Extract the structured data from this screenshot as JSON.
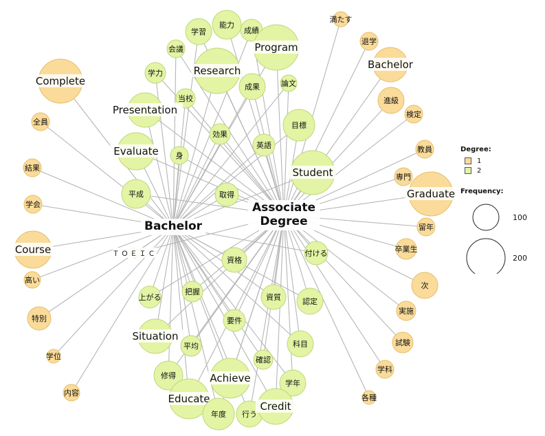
{
  "colors": {
    "degree1_fill": "#FADB99",
    "degree1_stroke": "#E5BE6A",
    "degree2_fill": "#E3F4A4",
    "degree2_stroke": "#BFD67A",
    "edge": "#B5B5B5"
  },
  "legend": {
    "degree_title": "Degree:",
    "degree_items": [
      {
        "label": "1",
        "degree": 1
      },
      {
        "label": "2",
        "degree": 2
      }
    ],
    "frequency_title": "Frequency:",
    "frequency_items": [
      {
        "label": "100",
        "frequency": 100
      },
      {
        "label": "200",
        "frequency": 200
      }
    ]
  },
  "hubs": [
    {
      "id": "B",
      "label": "Bachelor"
    },
    {
      "id": "A",
      "label": "Associate\nDegree"
    }
  ],
  "nodes": [
    {
      "label": "能力",
      "degree": 2,
      "hubs": [
        "A"
      ]
    },
    {
      "label": "学習",
      "degree": 2,
      "hubs": [
        "A",
        "B"
      ]
    },
    {
      "label": "成績",
      "degree": 2,
      "hubs": [
        "A",
        "B"
      ]
    },
    {
      "label": "Program",
      "degree": 2,
      "hubs": [
        "A",
        "B"
      ]
    },
    {
      "label": "会議",
      "degree": 2,
      "hubs": [
        "A",
        "B"
      ]
    },
    {
      "label": "Research",
      "degree": 2,
      "hubs": [
        "A",
        "B"
      ]
    },
    {
      "label": "学力",
      "degree": 2,
      "hubs": [
        "A",
        "B"
      ]
    },
    {
      "label": "成果",
      "degree": 2,
      "hubs": [
        "A",
        "B"
      ]
    },
    {
      "label": "論文",
      "degree": 2,
      "hubs": [
        "A",
        "B"
      ]
    },
    {
      "label": "当校",
      "degree": 2,
      "hubs": [
        "A",
        "B"
      ]
    },
    {
      "label": "Presentation",
      "degree": 2,
      "hubs": [
        "A",
        "B"
      ]
    },
    {
      "label": "目標",
      "degree": 2,
      "hubs": [
        "A",
        "B"
      ]
    },
    {
      "label": "効果",
      "degree": 2,
      "hubs": [
        "A",
        "B"
      ]
    },
    {
      "label": "Evaluate",
      "degree": 2,
      "hubs": [
        "A",
        "B"
      ]
    },
    {
      "label": "英語",
      "degree": 2,
      "hubs": [
        "A",
        "B"
      ]
    },
    {
      "label": "身",
      "degree": 2,
      "hubs": [
        "A",
        "B"
      ]
    },
    {
      "label": "Student",
      "degree": 2,
      "hubs": [
        "A",
        "B"
      ]
    },
    {
      "label": "平成",
      "degree": 2,
      "hubs": [
        "A",
        "B"
      ]
    },
    {
      "label": "取得",
      "degree": 2,
      "hubs": [
        "A",
        "B"
      ]
    },
    {
      "label": "ＴＯＥＩＣ",
      "degree": 2,
      "hubs": [
        "A",
        "B"
      ]
    },
    {
      "label": "資格",
      "degree": 2,
      "hubs": [
        "A",
        "B"
      ]
    },
    {
      "label": "付ける",
      "degree": 2,
      "hubs": [
        "A",
        "B"
      ]
    },
    {
      "label": "上がる",
      "degree": 2,
      "hubs": [
        "A",
        "B"
      ]
    },
    {
      "label": "把握",
      "degree": 2,
      "hubs": [
        "A",
        "B"
      ]
    },
    {
      "label": "資質",
      "degree": 2,
      "hubs": [
        "A",
        "B"
      ]
    },
    {
      "label": "認定",
      "degree": 2,
      "hubs": [
        "A",
        "B"
      ]
    },
    {
      "label": "要件",
      "degree": 2,
      "hubs": [
        "A",
        "B"
      ]
    },
    {
      "label": "Situation",
      "degree": 2,
      "hubs": [
        "A",
        "B"
      ]
    },
    {
      "label": "平均",
      "degree": 2,
      "hubs": [
        "A",
        "B"
      ]
    },
    {
      "label": "科目",
      "degree": 2,
      "hubs": [
        "A",
        "B"
      ]
    },
    {
      "label": "確認",
      "degree": 2,
      "hubs": [
        "A",
        "B"
      ]
    },
    {
      "label": "修得",
      "degree": 2,
      "hubs": [
        "A",
        "B"
      ]
    },
    {
      "label": "Achieve",
      "degree": 2,
      "hubs": [
        "A",
        "B"
      ]
    },
    {
      "label": "学年",
      "degree": 2,
      "hubs": [
        "A",
        "B"
      ]
    },
    {
      "label": "Educate",
      "degree": 2,
      "hubs": [
        "A",
        "B"
      ]
    },
    {
      "label": "年度",
      "degree": 2,
      "hubs": [
        "A",
        "B"
      ]
    },
    {
      "label": "行う",
      "degree": 2,
      "hubs": [
        "A",
        "B"
      ]
    },
    {
      "label": "Credit",
      "degree": 2,
      "hubs": [
        "A",
        "B"
      ]
    },
    {
      "label": "Complete",
      "degree": 1,
      "hubs": [
        "B"
      ]
    },
    {
      "label": "全員",
      "degree": 1,
      "hubs": [
        "B"
      ]
    },
    {
      "label": "結果",
      "degree": 1,
      "hubs": [
        "B"
      ]
    },
    {
      "label": "学会",
      "degree": 1,
      "hubs": [
        "B"
      ]
    },
    {
      "label": "Course",
      "degree": 1,
      "hubs": [
        "B"
      ]
    },
    {
      "label": "高い",
      "degree": 1,
      "hubs": [
        "B"
      ]
    },
    {
      "label": "特別",
      "degree": 1,
      "hubs": [
        "B"
      ]
    },
    {
      "label": "学位",
      "degree": 1,
      "hubs": [
        "B"
      ]
    },
    {
      "label": "内容",
      "degree": 1,
      "hubs": [
        "B"
      ]
    },
    {
      "label": "満たす",
      "degree": 1,
      "hubs": [
        "A"
      ]
    },
    {
      "label": "退学",
      "degree": 1,
      "hubs": [
        "A"
      ]
    },
    {
      "label": "Bachelor",
      "degree": 1,
      "hubs": [
        "A"
      ]
    },
    {
      "label": "進級",
      "degree": 1,
      "hubs": [
        "A"
      ]
    },
    {
      "label": "検定",
      "degree": 1,
      "hubs": [
        "A"
      ]
    },
    {
      "label": "教員",
      "degree": 1,
      "hubs": [
        "A"
      ]
    },
    {
      "label": "専門",
      "degree": 1,
      "hubs": [
        "A"
      ]
    },
    {
      "label": "Graduate",
      "degree": 1,
      "hubs": [
        "A"
      ]
    },
    {
      "label": "留年",
      "degree": 1,
      "hubs": [
        "A"
      ]
    },
    {
      "label": "卒業生",
      "degree": 1,
      "hubs": [
        "A"
      ]
    },
    {
      "label": "次",
      "degree": 1,
      "hubs": [
        "A"
      ]
    },
    {
      "label": "実施",
      "degree": 1,
      "hubs": [
        "A"
      ]
    },
    {
      "label": "試験",
      "degree": 1,
      "hubs": [
        "A"
      ]
    },
    {
      "label": "学科",
      "degree": 1,
      "hubs": [
        "A"
      ]
    },
    {
      "label": "各種",
      "degree": 1,
      "hubs": [
        "A"
      ]
    }
  ]
}
